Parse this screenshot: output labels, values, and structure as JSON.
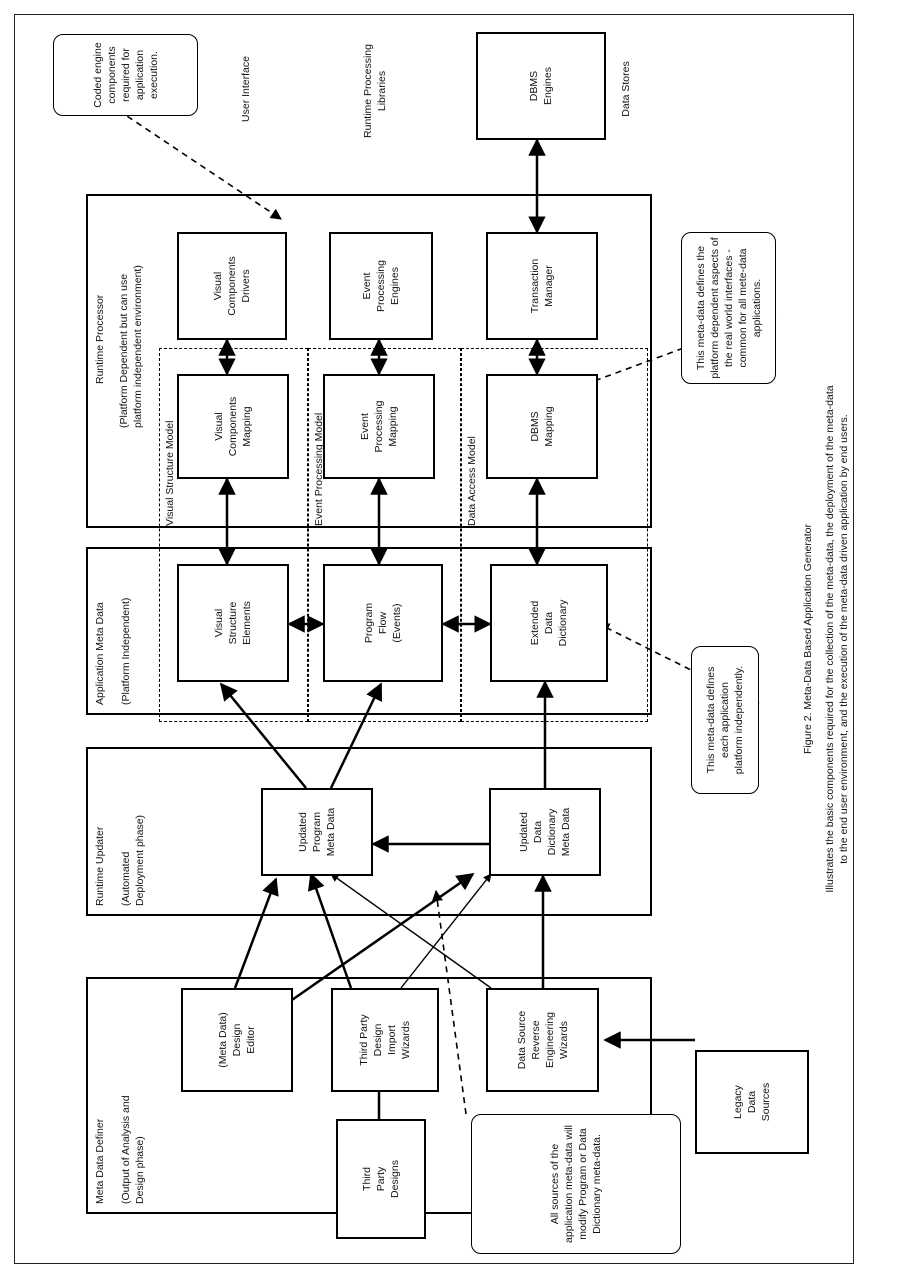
{
  "col_labels": {
    "user_interface": "User Interface",
    "runtime_libraries": "Runtime Processing\nLibraries",
    "data_stores": "Data Stores"
  },
  "groups": {
    "definer": {
      "title": "Meta Data Definer",
      "subtitle": "(Output of Analysis and\nDesign phase)"
    },
    "updater": {
      "title": "Runtime Updater",
      "subtitle": "(Automated\nDeployment phase)"
    },
    "meta": {
      "title": "Application Meta Data",
      "subtitle": "(Platform Independent)"
    },
    "processor": {
      "title": "Runtime Processor",
      "subtitle": "(Platform Dependent but can use\nplatform independent environment)"
    }
  },
  "models": {
    "visual": "Visual Structure Model",
    "event": "Event Processing Model",
    "data": "Data Access Model"
  },
  "boxes": {
    "third_party_designs": "Third\nParty\nDesigns",
    "design_editor": "(Meta Data)\nDesign\nEditor",
    "import_wizards": "Third Party\nDesign\nImport\nWizards",
    "reverse_wizards": "Data Source\nReverse\nEngineering\nWizards",
    "legacy_sources": "Legacy\nData\nSources",
    "updated_program": "Updated\nProgram\nMeta Data",
    "updated_dictionary": "Updated\nData\nDictionary\nMeta Data",
    "visual_elements": "Visual\nStructure\nElements",
    "program_flow": "Program\nFlow\n(Events)",
    "extended_dictionary": "Extended\nData\nDictionary",
    "visual_mapping": "Visual\nComponents\nMapping",
    "event_mapping": "Event\nProcessing\nMapping",
    "dbms_mapping": "DBMS\nMapping",
    "visual_drivers": "Visual\nComponents\nDrivers",
    "event_engines": "Event\nProcessing\nEngines",
    "transaction_manager": "Transaction\nManager",
    "dbms_engines": "DBMS\nEngines"
  },
  "notes": {
    "all_sources": "All sources of the\napplication meta-data will\nmodify Program or Data\nDictionary meta-data.",
    "defines_each": "This meta-data defines\neach application\nplatform independently.",
    "platform_dependent": "This meta-data defines the\nplatform dependent aspects of\nthe real world interfaces -\ncommon for all mete-data\napplications.",
    "coded_engine": "Coded engine\ncomponents required for\napplication execution."
  },
  "caption": {
    "title": "Figure 2. Meta-Data Based Application Generator",
    "body": "Illustrates the basic components required for the collection of the meta-data, the deployment of the meta-data\nto the end user environment, and the execution of the meta-data driven application by end users."
  }
}
